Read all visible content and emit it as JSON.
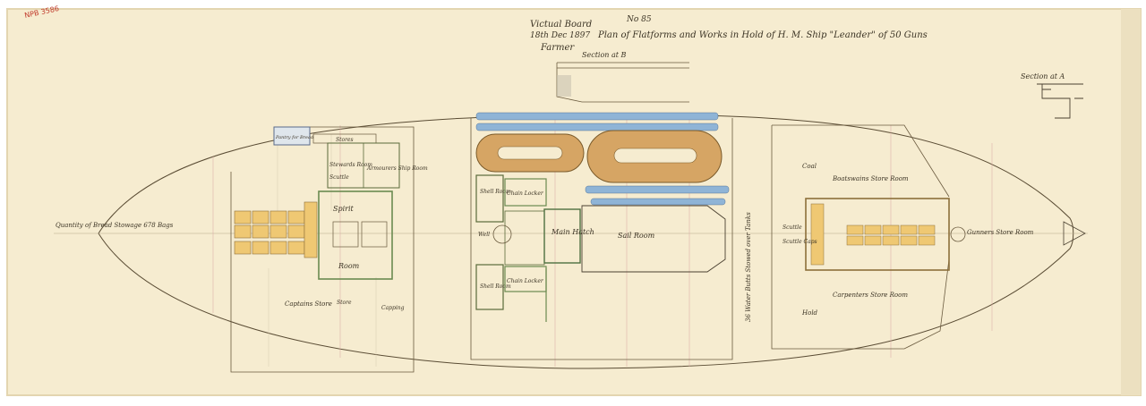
{
  "catalogue_mark": "NPB 3586",
  "sheet_number": "No 85",
  "approval": {
    "line1": "Victual Board",
    "line2": "18th Dec 1897",
    "signature": "Farmer"
  },
  "title": "Plan of Flatforms and Works in Hold of H. M. Ship \"Leander\" of 50 Guns",
  "section_b_label": "Section at B",
  "section_a_label": "Section at A",
  "fore_platform": {
    "stores_label": "Stores",
    "pantry_label": "Pantry for Bread",
    "steward_room_label": "Stewards Room",
    "armourer_label": "Armourers Ship Room",
    "scuttle_label": "Scuttle",
    "spirit_label": "Spirit",
    "room_label": "Room",
    "bread_label": "Quantity of Bread Stowage 678 Bags",
    "captain_label": "Captains Store",
    "store_label": "Store",
    "capping_label": "Capping"
  },
  "midships": {
    "shell_room_label": "Shell Room",
    "chain_locker_label": "Chain Locker",
    "main_hatch_label": "Main Hatch",
    "sail_room_label": "Sail Room",
    "well_label": "Well",
    "shell_room2_label": "Shell Room",
    "chain_locker2_label": "Chain Locker"
  },
  "water_note": "36 Water Butts Stowed over Tanks",
  "aft_platform": {
    "coal_label": "Coal",
    "boatswain_label": "Boatswains Store Room",
    "gunner_label": "Gunners Store Room",
    "carpenter_label": "Carpenters Store Room",
    "hold_label": "Hold",
    "scuttle_label": "Scuttle",
    "scuttle_caps_label": "Scuttle Caps"
  }
}
